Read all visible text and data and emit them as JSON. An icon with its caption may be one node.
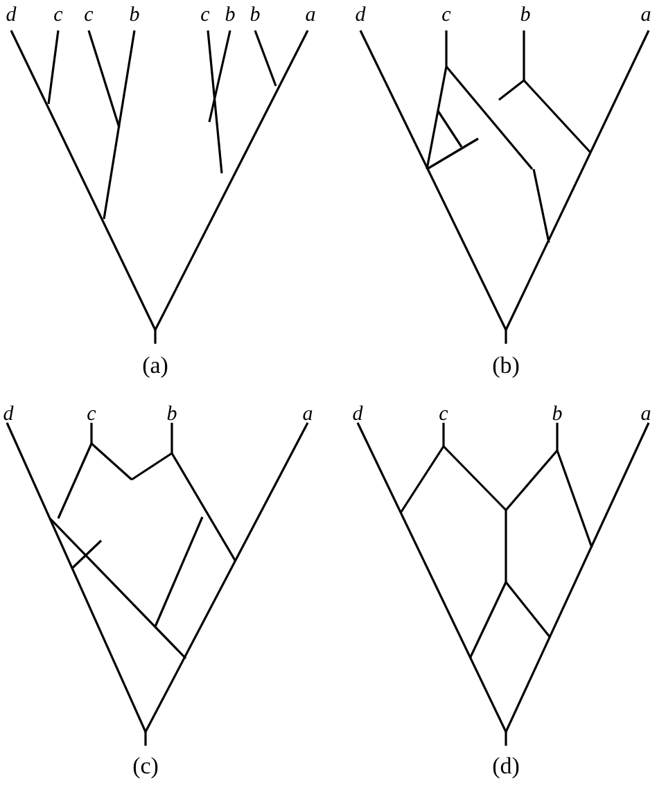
{
  "diagram": {
    "labels": [
      "d",
      "c",
      "c",
      "b",
      "c",
      "b",
      "b",
      "a",
      "d",
      "c",
      "b",
      "a",
      "(a)",
      "(b)",
      "d",
      "c",
      "b",
      "a",
      "d",
      "c",
      "b",
      "a",
      "(c)",
      "(d)"
    ]
  }
}
